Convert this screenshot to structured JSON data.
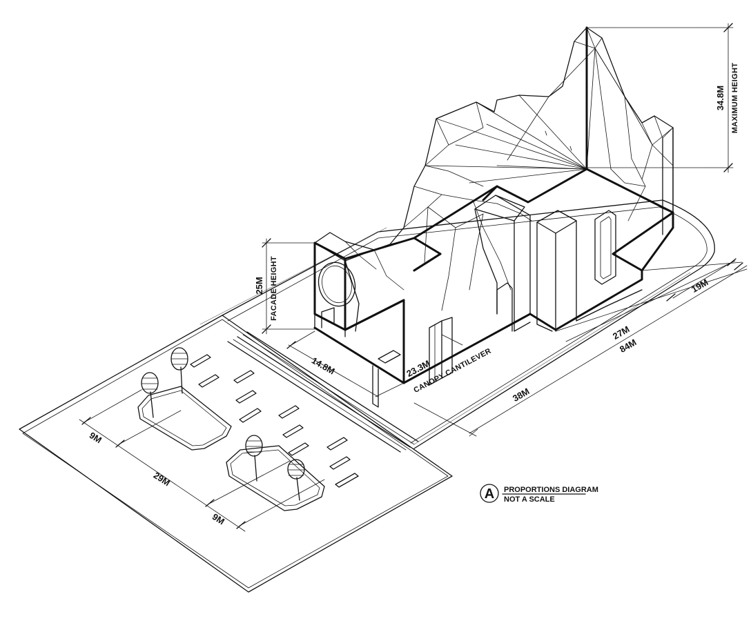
{
  "dimensions": {
    "max_height": "34.8M",
    "facade_height": "25M",
    "depth": "14.8M",
    "canopy": "23.3M",
    "east_19": "19M",
    "east_27": "27M",
    "total_84": "84M",
    "front_38": "38M",
    "lot_9a": "9M",
    "lot_29": "29M",
    "lot_9b": "9M"
  },
  "labels": {
    "maximum_height": "MAXIMUM HEIGHT",
    "facade_height": "FACADE HEIGHT",
    "canopy_cantilever": "CANOPY CANTILEVER"
  },
  "legend": {
    "badge": "A",
    "title": "PROPORTIONS DIAGRAM",
    "subtitle": "NOT A SCALE"
  }
}
